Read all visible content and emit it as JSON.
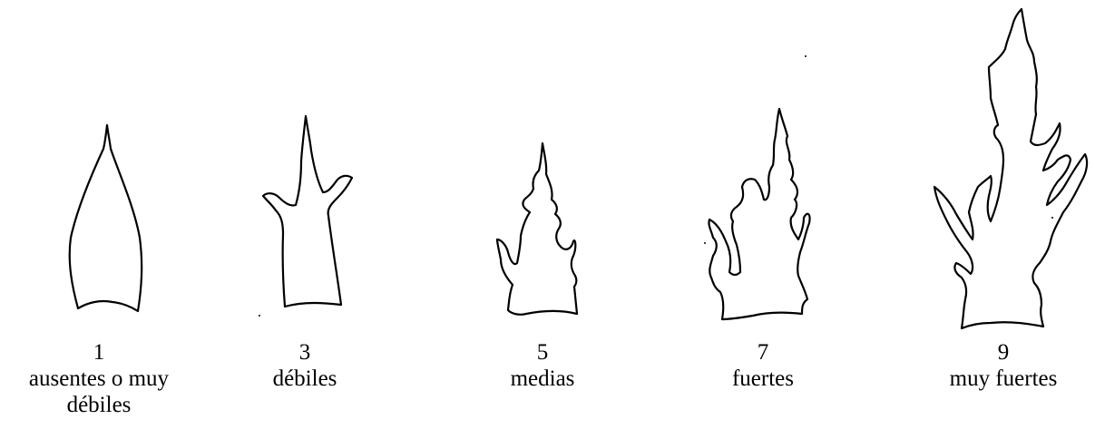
{
  "diagram": {
    "stroke_color": "#000000",
    "background": "#ffffff",
    "items": [
      {
        "note": "1",
        "label": "ausentes o muy débiles",
        "shape": "leaf-outline-entire"
      },
      {
        "note": "3",
        "label": "débiles",
        "shape": "leaf-outline-weak-lobes"
      },
      {
        "note": "5",
        "label": "medias",
        "shape": "leaf-outline-medium-lobes"
      },
      {
        "note": "7",
        "label": "fuertes",
        "shape": "leaf-outline-strong-lobes"
      },
      {
        "note": "9",
        "label": "muy fuertes",
        "shape": "leaf-outline-very-strong-lobes"
      }
    ]
  }
}
